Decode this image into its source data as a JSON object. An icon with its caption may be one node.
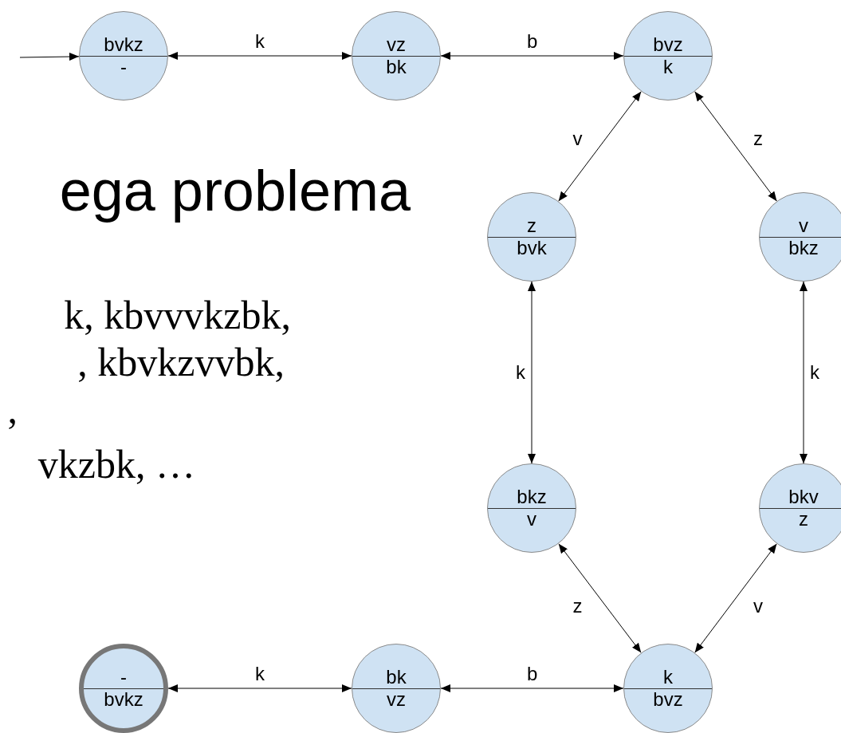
{
  "diagram": {
    "nodes": [
      {
        "text": [
          "bvkz",
          "-"
        ]
      },
      {
        "text": [
          "vz",
          "bk"
        ]
      },
      {
        "text": [
          "bvz",
          "k"
        ]
      },
      {
        "text": [
          "z",
          "bvk"
        ]
      },
      {
        "text": [
          "v",
          "bkz"
        ]
      },
      {
        "text": [
          "bkz",
          "v"
        ]
      },
      {
        "text": [
          "bkv",
          "z"
        ]
      },
      {
        "text": [
          "-",
          "bvkz"
        ]
      },
      {
        "text": [
          "bk",
          "vz"
        ]
      },
      {
        "text": [
          "k",
          "bvz"
        ]
      }
    ],
    "edges": [
      {
        "from": null,
        "to": 0,
        "arrow": "to"
      },
      {
        "from": 0,
        "to": 1,
        "arrow": "both",
        "label": "k"
      },
      {
        "from": 1,
        "to": 2,
        "arrow": "both",
        "label": "b"
      },
      {
        "from": 2,
        "to": 3,
        "arrow": "both",
        "label": "v"
      },
      {
        "from": 2,
        "to": 4,
        "arrow": "both",
        "label": "z"
      },
      {
        "from": 3,
        "to": 5,
        "arrow": "both",
        "label": "k"
      },
      {
        "from": 4,
        "to": 6,
        "arrow": "both",
        "label": "k"
      },
      {
        "from": 5,
        "to": 9,
        "arrow": "both",
        "label": "z"
      },
      {
        "from": 6,
        "to": 9,
        "arrow": "both",
        "label": "v"
      },
      {
        "from": 7,
        "to": 8,
        "arrow": "both",
        "label": "k"
      },
      {
        "from": 8,
        "to": 9,
        "arrow": "both",
        "label": "b"
      }
    ],
    "labels": [
      "ega problema",
      "k, kbvvvkzbk,",
      ", kbvkzvvbk,",
      ",",
      "vkzbk, …"
    ]
  }
}
